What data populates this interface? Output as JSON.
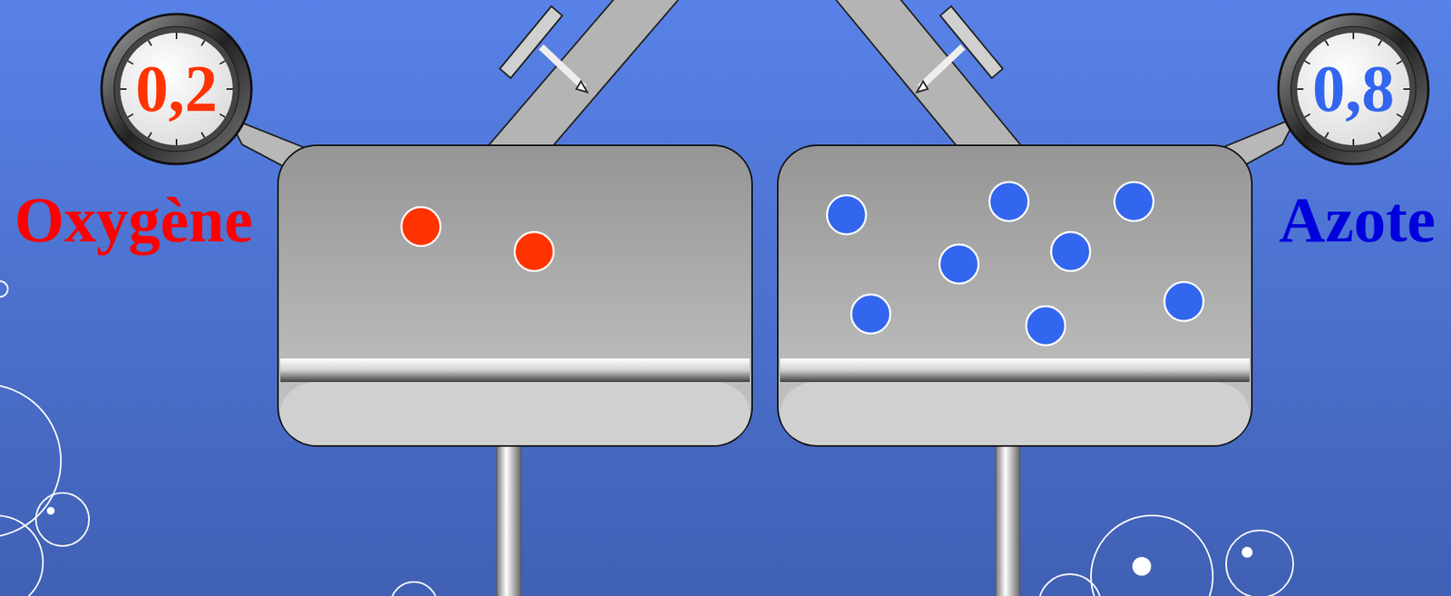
{
  "diagram": {
    "nodes": [
      {
        "text": [
          "0,2"
        ]
      },
      {
        "text": [
          "0,8"
        ]
      }
    ],
    "labels": [
      "Oxygène",
      "Azote"
    ]
  }
}
